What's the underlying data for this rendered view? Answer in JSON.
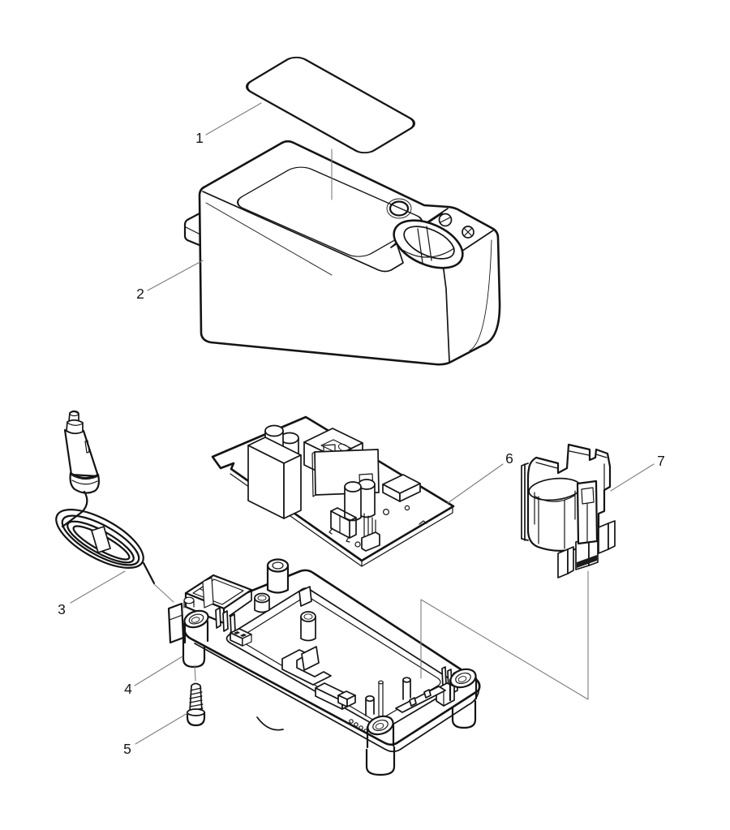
{
  "colors": {
    "background": "#ffffff",
    "line_color": "#141414",
    "leader_line_color": "#7d7d7d",
    "text_color": "#161616"
  },
  "callouts": [
    {
      "label": "1"
    },
    {
      "label": "2"
    },
    {
      "label": "3"
    },
    {
      "label": "4"
    },
    {
      "label": "5"
    },
    {
      "label": "6"
    },
    {
      "label": "7"
    }
  ]
}
